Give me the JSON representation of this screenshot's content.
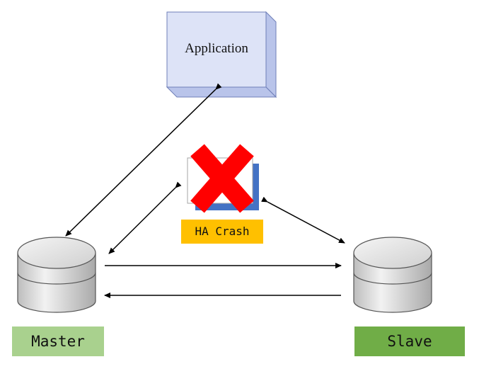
{
  "application": {
    "label": "Application"
  },
  "ha": {
    "label": "HA Crash",
    "status_icon": "cross-icon"
  },
  "master": {
    "label": "Master"
  },
  "slave": {
    "label": "Slave"
  },
  "colors": {
    "application_front": "#dde3f7",
    "application_side": "#b9c4ea",
    "ha_box": "#4472c4",
    "cross": "#ff0000",
    "ha_label_bg": "#ffc000",
    "master_label_bg": "#a9d18e",
    "slave_label_bg": "#70ad47",
    "database": "#d0d0d0"
  }
}
